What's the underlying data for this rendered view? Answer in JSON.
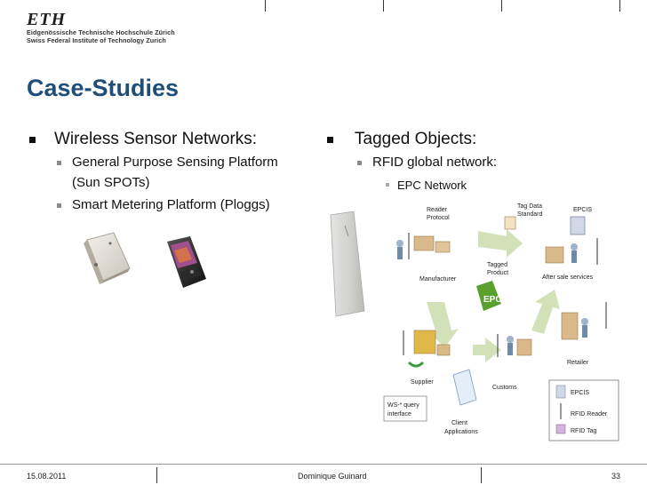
{
  "header": {
    "logo_mark": "ETH",
    "logo_line1": "Eidgenössische Technische Hochschule Zürich",
    "logo_line2": "Swiss Federal Institute of Technology Zurich"
  },
  "title": "Case-Studies",
  "left_column": {
    "heading": "Wireless Sensor Networks:",
    "items": [
      "General Purpose Sensing Platform",
      "(Sun SPOTs)",
      "Smart Metering Platform (Ploggs)"
    ]
  },
  "right_column": {
    "heading": "Tagged Objects:",
    "sub": "RFID global network:",
    "subsub": "EPC Network"
  },
  "diagram": {
    "reader_protocol": [
      "Reader",
      "Protocol"
    ],
    "tag_data_standard": [
      "Tag Data",
      "Standard"
    ],
    "epcis": "EPCIS",
    "tagged_product": [
      "Tagged",
      "Product"
    ],
    "manufacturer": "Manufacturer",
    "after_sale": "After sale services",
    "retailer": "Retailer",
    "supplier": "Supplier",
    "customs": "Customs",
    "ws_query": [
      "WS-* query",
      "interface"
    ],
    "client": [
      "Client",
      "Applications"
    ],
    "epc_logo": "EPC",
    "legend": {
      "epcis": "EPCIS",
      "reader": "RFID Reader",
      "tag": "RFID Tag"
    }
  },
  "footer": {
    "date": "15.08.2011",
    "author": "Dominique Guinard",
    "page": "33"
  },
  "colors": {
    "title": "#1f4e79",
    "arrow": "#c7d9a6"
  }
}
